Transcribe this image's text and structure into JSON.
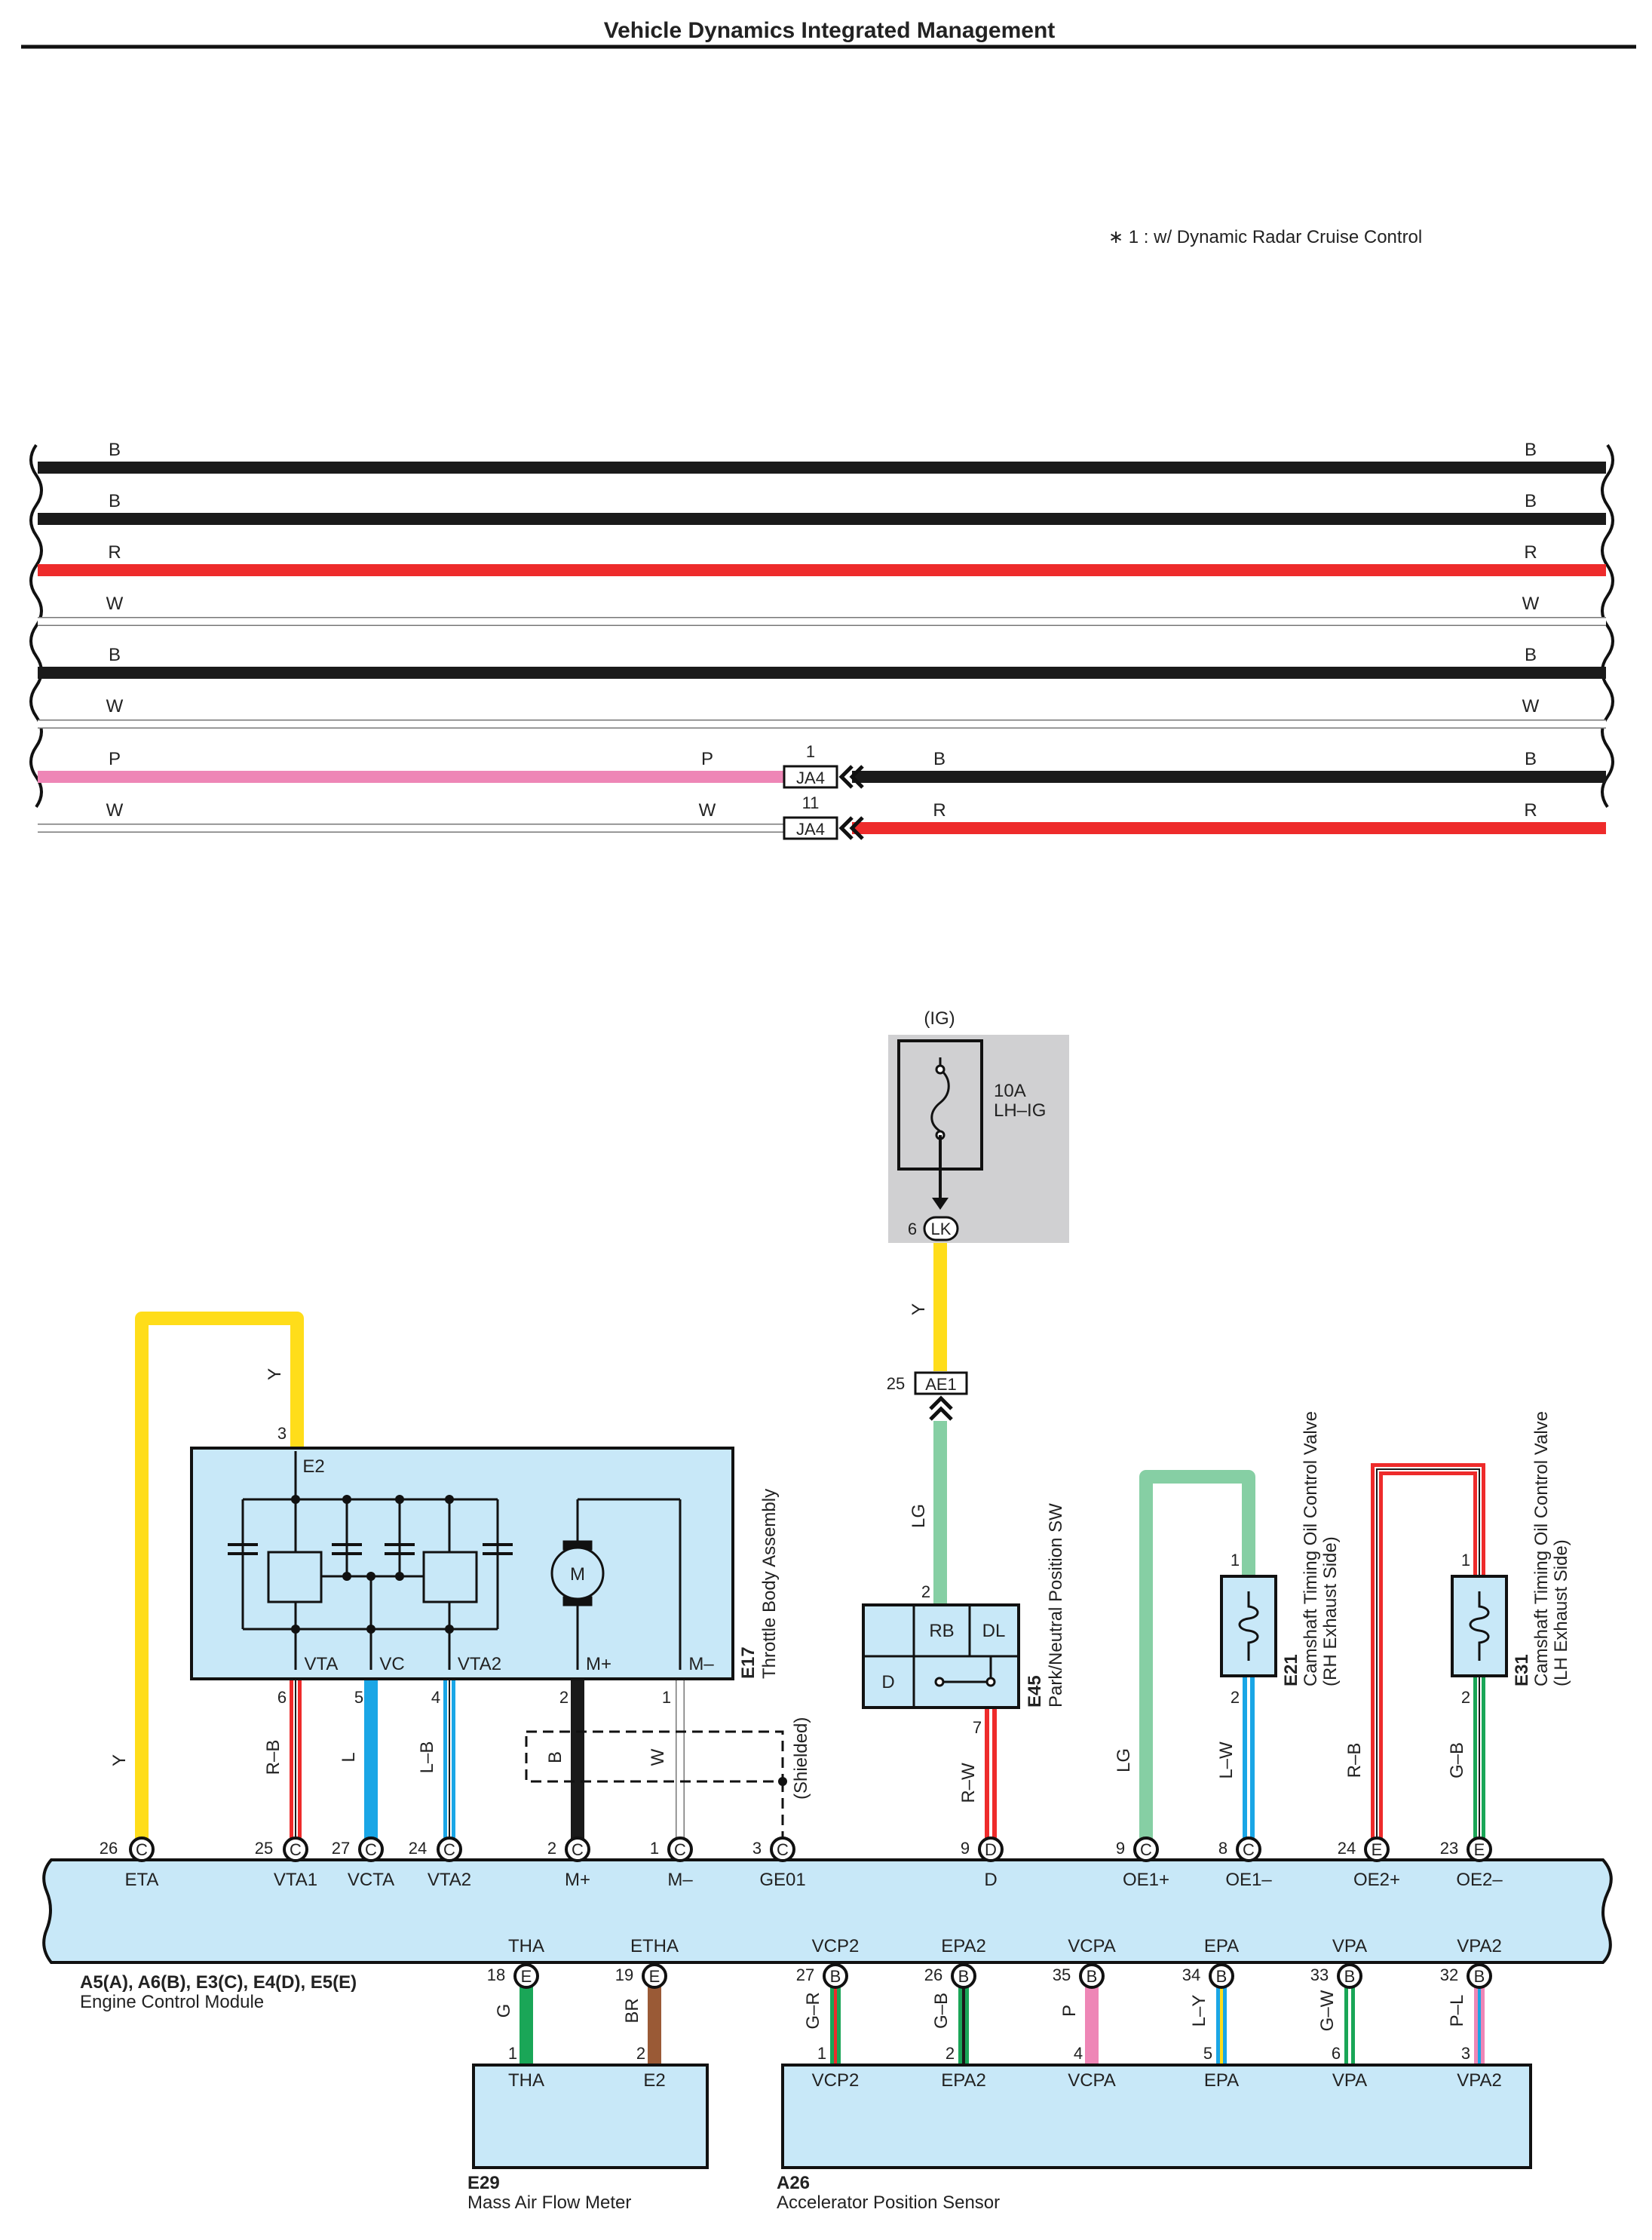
{
  "header": {
    "title": "Vehicle Dynamics Integrated Management",
    "footnote": "∗ 1 : w/ Dynamic Radar Cruise Control"
  },
  "colors": {
    "B": "#1a1a1a",
    "R": "#ee2b2b",
    "W": "#ffffff",
    "P": "#ee86b6",
    "Y": "#ffdd1a",
    "LG": "#86cfa4",
    "L": "#1aa6e6",
    "G": "#1aa657",
    "BR": "#9a5a36",
    "box_fill": "#c8e8f8",
    "fuse_shade": "#d0d0d2"
  },
  "harness": {
    "wires": [
      {
        "left": "B",
        "right": "B"
      },
      {
        "left": "B",
        "right": "B"
      },
      {
        "left": "R",
        "right": "R"
      },
      {
        "left": "W",
        "right": "W"
      },
      {
        "left": "B",
        "right": "B"
      },
      {
        "left": "W",
        "right": "W"
      },
      {
        "left": "P",
        "mid": "P",
        "pin": "1",
        "connector": "JA4",
        "after": "B",
        "right": "B"
      },
      {
        "left": "W",
        "mid": "W",
        "pin": "11",
        "connector": "JA4",
        "after": "R",
        "right": "R"
      }
    ]
  },
  "fuse": {
    "ig": "(IG)",
    "rating": "10A",
    "name": "LH–IG",
    "conn_pin": "6",
    "conn": "LK",
    "wire_color": "Y",
    "ae1_pin": "25",
    "ae1": "AE1",
    "wire_color2": "LG"
  },
  "throttle": {
    "id": "E17",
    "name": "Throttle Body Assembly",
    "e2_pin": "3",
    "e2": "E2",
    "e2_wire": "Y",
    "motor": "M",
    "shielded": "(Shielded)",
    "terminals": [
      {
        "label": "VTA",
        "pin": "6",
        "wire": "R–B"
      },
      {
        "label": "VC",
        "pin": "5",
        "wire": "L"
      },
      {
        "label": "VTA2",
        "pin": "4",
        "wire": "L–B"
      },
      {
        "label": "M+",
        "pin": "2",
        "wire": "B"
      },
      {
        "label": "M–",
        "pin": "1",
        "wire": "W"
      }
    ]
  },
  "eta_wire": "Y",
  "park": {
    "id": "E45",
    "name": "Park/Neutral Position SW",
    "top_pin": "2",
    "bottom_pin": "7",
    "rb": "RB",
    "dl": "DL",
    "d": "D",
    "wire": "R–W"
  },
  "cam_rh": {
    "id": "E21",
    "name1": "Camshaft Timing Oil Control Valve",
    "name2": "(RH Exhaust Side)",
    "pin_top": "1",
    "pin_bottom": "2",
    "wire_left": "LG",
    "wire_right": "L–W"
  },
  "cam_lh": {
    "id": "E31",
    "name1": "Camshaft Timing Oil Control Valve",
    "name2": "(LH Exhaust Side)",
    "pin_top": "1",
    "pin_bottom": "2",
    "wire_left": "R–B",
    "wire_right": "G–B"
  },
  "ecm": {
    "id": "A5(A), A6(B), E3(C), E4(D), E5(E)",
    "name": "Engine Control Module",
    "top_terminals": [
      {
        "pin": "26",
        "conn": "C",
        "label": "ETA"
      },
      {
        "pin": "25",
        "conn": "C",
        "label": "VTA1"
      },
      {
        "pin": "27",
        "conn": "C",
        "label": "VCTA"
      },
      {
        "pin": "24",
        "conn": "C",
        "label": "VTA2"
      },
      {
        "pin": "2",
        "conn": "C",
        "label": "M+"
      },
      {
        "pin": "1",
        "conn": "C",
        "label": "M–"
      },
      {
        "pin": "3",
        "conn": "C",
        "label": "GE01"
      },
      {
        "pin": "9",
        "conn": "D",
        "label": "D"
      },
      {
        "pin": "9",
        "conn": "C",
        "label": "OE1+"
      },
      {
        "pin": "8",
        "conn": "C",
        "label": "OE1–"
      },
      {
        "pin": "24",
        "conn": "E",
        "label": "OE2+"
      },
      {
        "pin": "23",
        "conn": "E",
        "label": "OE2–"
      }
    ],
    "bottom_terminals": [
      {
        "pin": "18",
        "conn": "E",
        "label": "THA",
        "wire": "G",
        "dev_pin": "1",
        "dev_label": "THA"
      },
      {
        "pin": "19",
        "conn": "E",
        "label": "ETHA",
        "wire": "BR",
        "dev_pin": "2",
        "dev_label": "E2"
      },
      {
        "pin": "27",
        "conn": "B",
        "label": "VCP2",
        "wire": "G–R",
        "dev_pin": "1",
        "dev_label": "VCP2"
      },
      {
        "pin": "26",
        "conn": "B",
        "label": "EPA2",
        "wire": "G–B",
        "dev_pin": "2",
        "dev_label": "EPA2"
      },
      {
        "pin": "35",
        "conn": "B",
        "label": "VCPA",
        "wire": "P",
        "dev_pin": "4",
        "dev_label": "VCPA"
      },
      {
        "pin": "34",
        "conn": "B",
        "label": "EPA",
        "wire": "L–Y",
        "dev_pin": "5",
        "dev_label": "EPA"
      },
      {
        "pin": "33",
        "conn": "B",
        "label": "VPA",
        "wire": "G–W",
        "dev_pin": "6",
        "dev_label": "VPA"
      },
      {
        "pin": "32",
        "conn": "B",
        "label": "VPA2",
        "wire": "P–L",
        "dev_pin": "3",
        "dev_label": "VPA2"
      }
    ]
  },
  "maf": {
    "id": "E29",
    "name": "Mass Air Flow Meter"
  },
  "aps": {
    "id": "A26",
    "name": "Accelerator Position Sensor"
  }
}
